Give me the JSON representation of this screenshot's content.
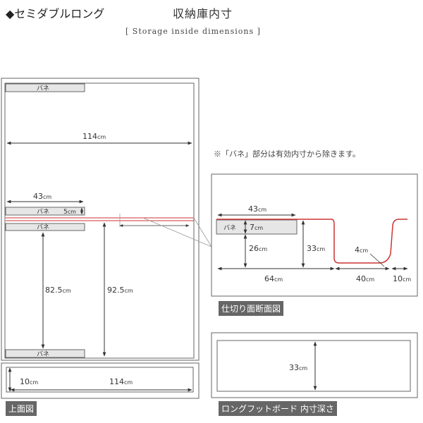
{
  "header": {
    "title": "◆セミダブルロング",
    "heading": "収納庫内寸",
    "subheading": "[ Storage inside dimensions ]"
  },
  "note": "※「バネ」部分は有効内寸から除きます。",
  "main_view": {
    "spring_label": "バネ",
    "width": "114",
    "unit": "cm",
    "partition_width": "43",
    "spring_depth": "5",
    "height_lower": "82.5",
    "height_full": "92.5"
  },
  "section_view": {
    "caption": "仕切り面断面図",
    "spring_label": "バネ",
    "top_width": "43",
    "spring_height": "7",
    "partition_height": "26",
    "total_height": "33",
    "corner_radius": "4",
    "base_length": "64",
    "inner_width": "40",
    "end_width": "10",
    "unit": "cm"
  },
  "top_view": {
    "caption": "上面図",
    "depth": "10",
    "width": "114",
    "unit": "cm"
  },
  "footboard_view": {
    "caption": "ロングフットボード 内寸深さ",
    "depth": "33",
    "unit": "cm"
  }
}
